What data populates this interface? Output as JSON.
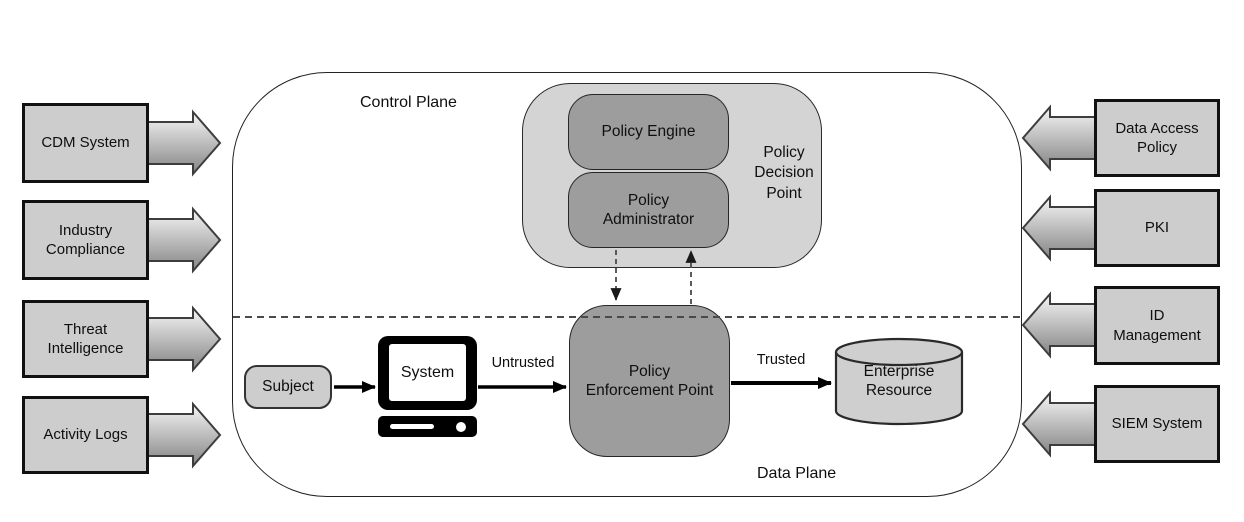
{
  "planes": {
    "control": "Control Plane",
    "data": "Data Plane"
  },
  "left_inputs": [
    {
      "label": "CDM System"
    },
    {
      "label": "Industry\nCompliance"
    },
    {
      "label": "Threat\nIntelligence"
    },
    {
      "label": "Activity Logs"
    }
  ],
  "right_inputs": [
    {
      "label": "Data Access\nPolicy"
    },
    {
      "label": "PKI"
    },
    {
      "label": "ID\nManagement"
    },
    {
      "label": "SIEM System"
    }
  ],
  "policy_decision_point": {
    "label": "Policy\nDecision\nPoint",
    "engine_label": "Policy Engine",
    "administrator_label": "Policy\nAdministrator"
  },
  "policy_enforcement_point": {
    "label": "Policy\nEnforcement Point"
  },
  "flow": {
    "subject_label": "Subject",
    "system_label": "System",
    "untrusted_label": "Untrusted",
    "trusted_label": "Trusted",
    "resource_label": "Enterprise\nResource"
  },
  "colors": {
    "background": "#ffffff",
    "side_box_fill": "#cdcdcd",
    "side_box_border": "#111111",
    "dark_node_fill": "#9d9d9d",
    "pdp_container_fill": "#d4d4d4",
    "cylinder_fill": "#cfcfcf",
    "arrow_gradient_top": "#f6f6f6",
    "arrow_gradient_bottom": "#848484",
    "solid_line": "#000000",
    "dashed_line": "#4a4a4a"
  }
}
